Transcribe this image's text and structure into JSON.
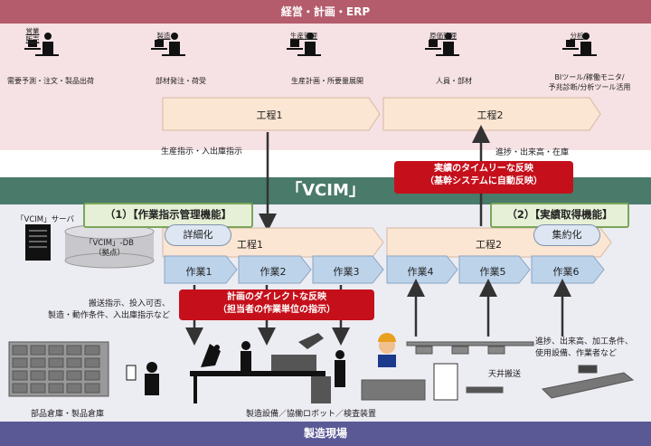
{
  "header_band": "経営・計画・ERP",
  "vcim_band": "「VCIM」",
  "footer_band": "製造現場",
  "roles": [
    {
      "title": "営業\n販売",
      "caption": "需要予測・注文・製品出荷"
    },
    {
      "title": "製造",
      "caption": "部材発注・荷受"
    },
    {
      "title": "生産管理",
      "caption": "生産計画・所要量展開"
    },
    {
      "title": "原価管理",
      "caption": "人員・部材"
    },
    {
      "title": "分析",
      "caption": "BIツール/稼働モニタ/\n予兆診断/分析ツール活用"
    }
  ],
  "erp_processes": [
    "工程1",
    "工程2"
  ],
  "instruction_label": "生産指示・入出庫指示",
  "progress_label": "進捗・出来高・在庫",
  "realtime_box": {
    "line1": "実績のタイムリーな反映",
    "line2": "（基幹システムに自動反映）"
  },
  "function1": "（1）【作業指示管理機能】",
  "function2": "（2）【実績取得機能】",
  "server_label": "「VCIM」サーバ",
  "db_label": {
    "line1": "「VCIM」-DB",
    "line2": "（拠点）"
  },
  "detail_pill": "詳細化",
  "aggregate_pill": "集約化",
  "vcim_processes": [
    "工程1",
    "工程2"
  ],
  "tasks": [
    "作業1",
    "作業2",
    "作業3",
    "作業4",
    "作業5",
    "作業6"
  ],
  "direct_box": {
    "line1": "計画のダイレクトな反映",
    "line2": "（担当者の作業単位の指示）"
  },
  "left_instructions": {
    "line1": "搬送指示、投入可否、",
    "line2": "製造・動作条件、入出庫指示など"
  },
  "right_results": {
    "line1": "進捗、出来高、加工条件、",
    "line2": "使用設備、作業者など"
  },
  "warehouse_label": "部品倉庫・製品倉庫",
  "equipment_label": "製造設備／協働ロボット／検査装置",
  "ceiling_label": "天井搬送",
  "colors": {
    "header": "#b45c6c",
    "vcim": "#4a7a6a",
    "footer": "#5a5996",
    "red": "#c5101b",
    "erp_process": "#fbe5d3",
    "task": "#bcd3ea",
    "green": "#e6f0d6"
  }
}
